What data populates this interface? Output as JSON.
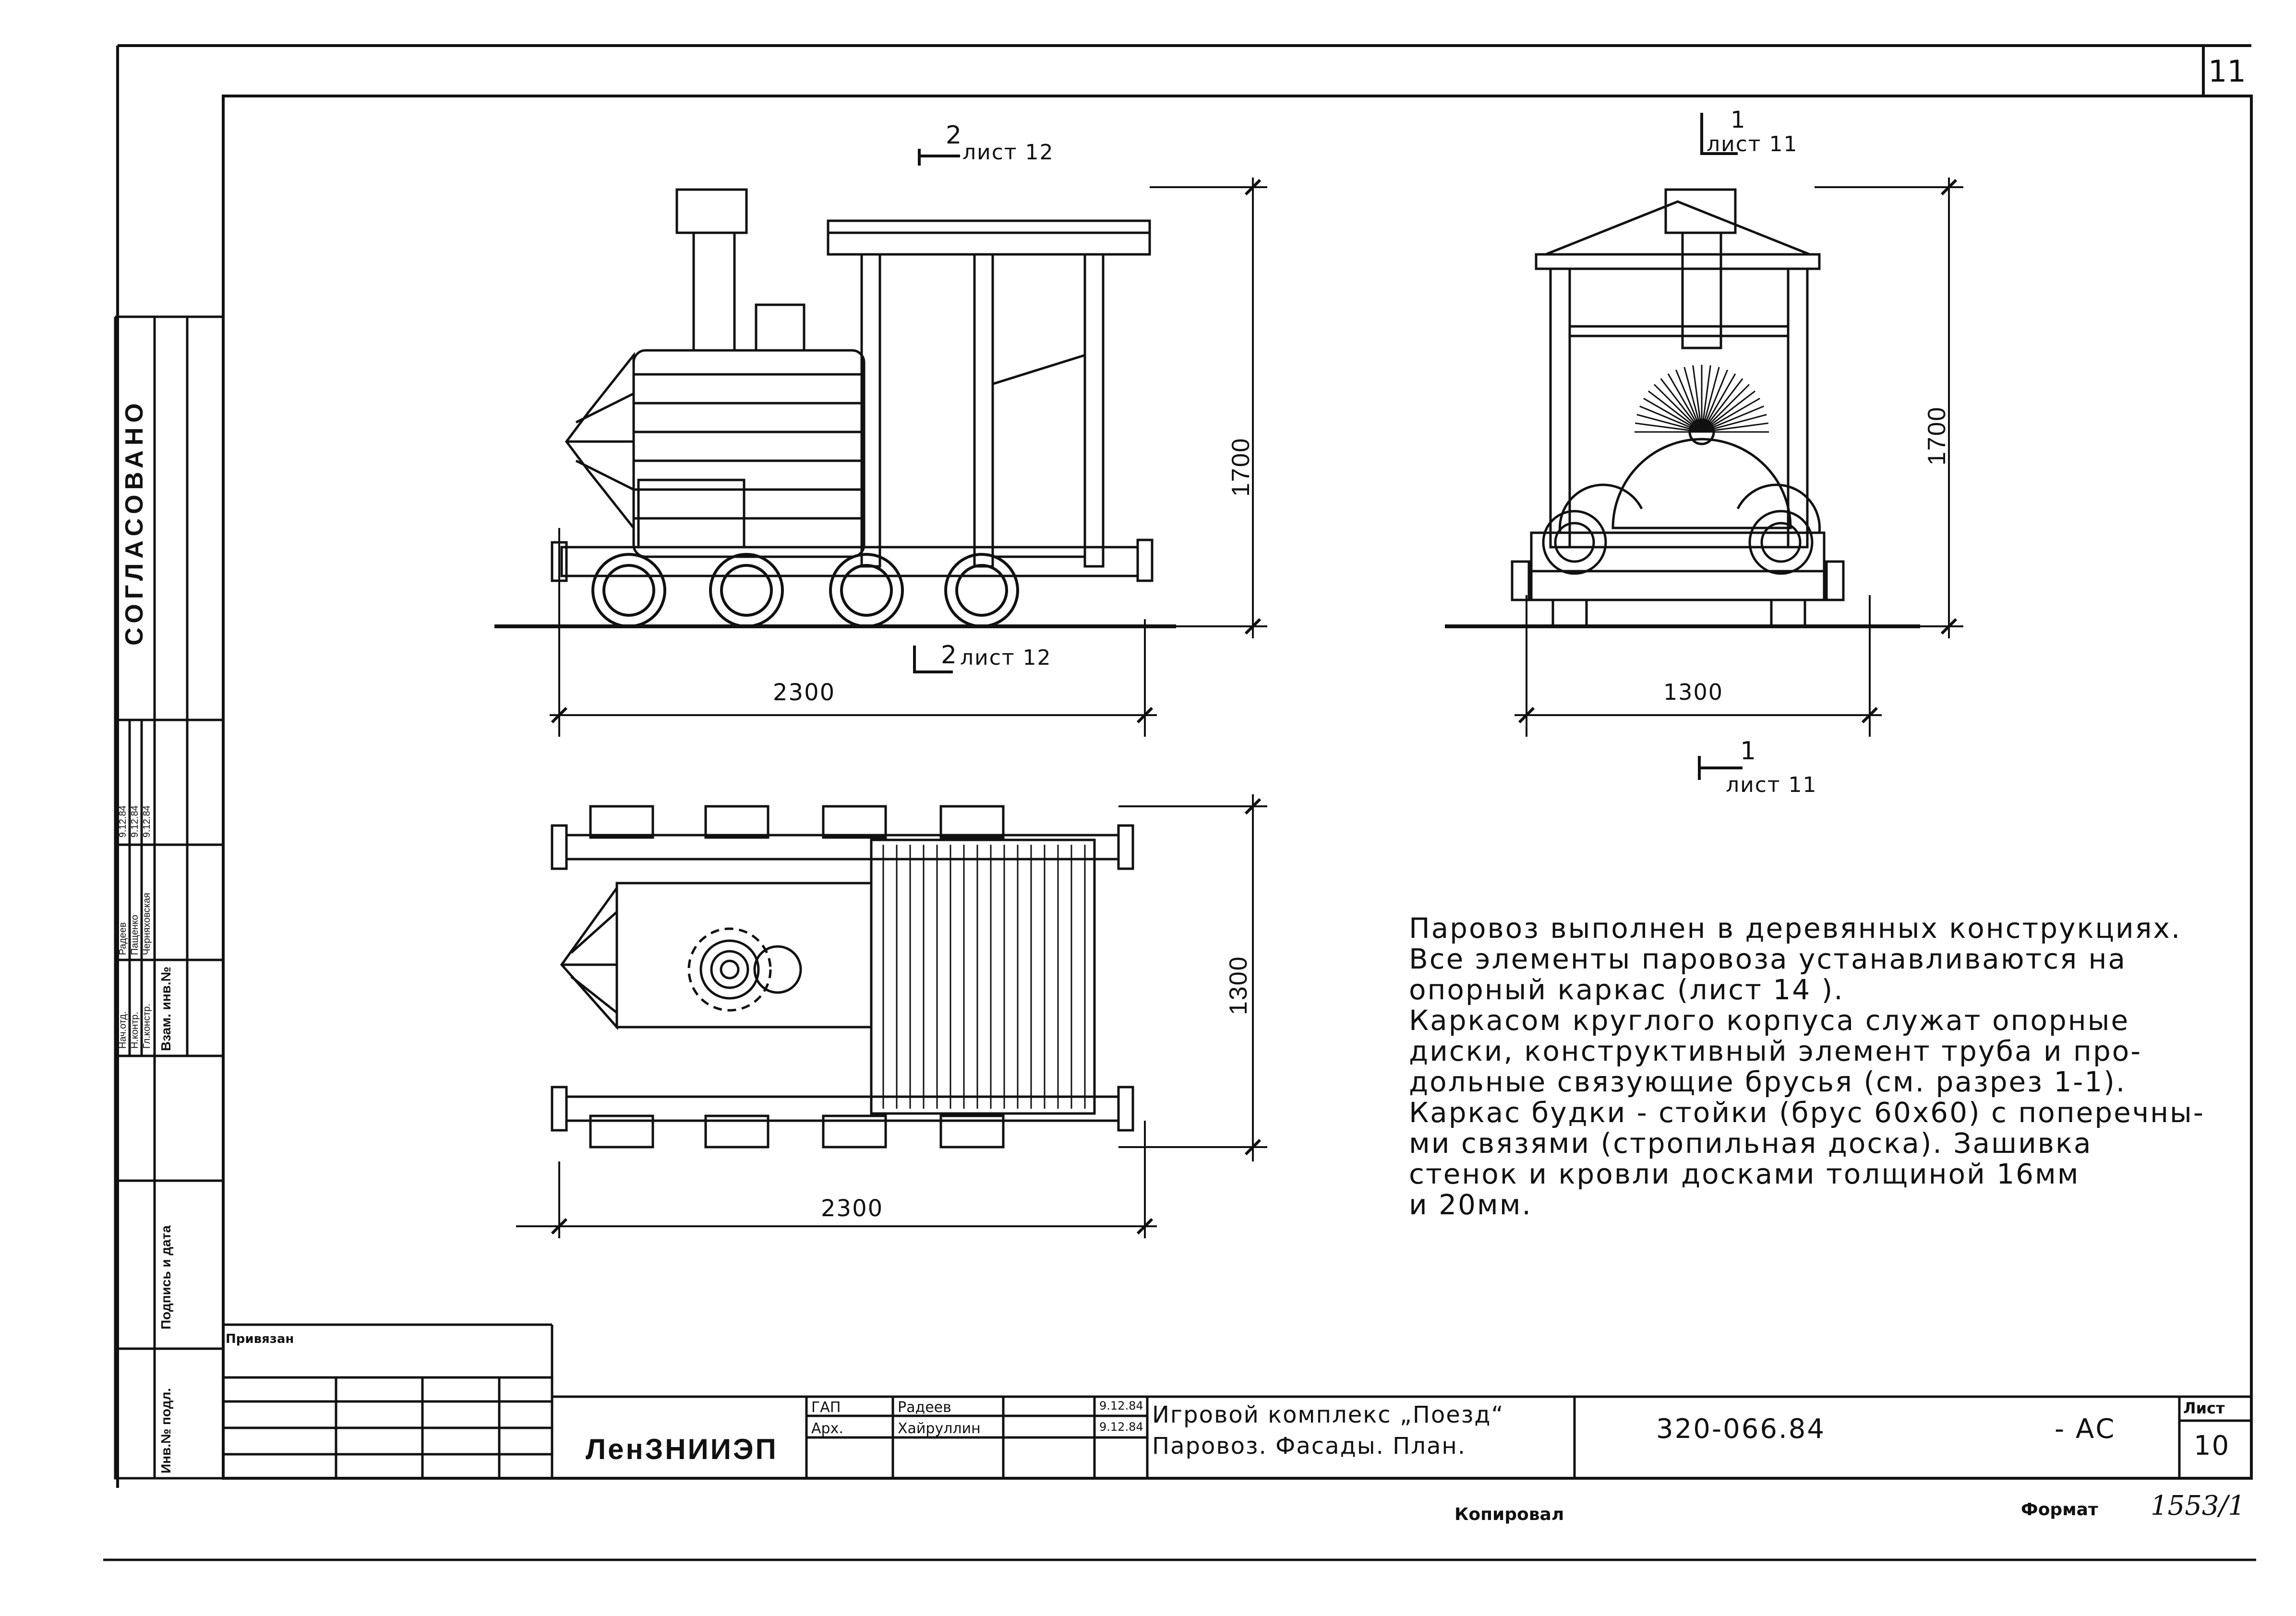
{
  "sheet": {
    "corner_sheet_number": "11",
    "copied_label": "Копировал",
    "format_label": "Формат",
    "format_value": "1553/1"
  },
  "side_view": {
    "section_mark_top_num": "2",
    "section_mark_top_text": "лист 12",
    "section_mark_bottom_num": "2",
    "section_mark_bottom_text": "лист 12",
    "height_dim": "1700",
    "length_dim": "2300"
  },
  "front_view": {
    "section_mark_top_num": "1",
    "section_mark_top_text": "лист 11",
    "section_mark_bottom_num": "1",
    "section_mark_bottom_text": "лист 11",
    "height_dim": "1700",
    "width_dim": "1300"
  },
  "plan_view": {
    "width_dim": "1300",
    "length_dim": "2300"
  },
  "notes": [
    "Паровоз выполнен в деревянных конструкциях.",
    "Все элементы паровоза устанавливаются на",
    "опорный каркас (лист 14 ).",
    "Каркасом круглого корпуса служат опорные",
    "диски, конструктивный элемент труба и про-",
    "дольные связующие брусья (см. разрез 1-1).",
    "Каркас будки - стойки (брус 60х60) с поперечны-",
    "ми связями (стропильная доска). Зашивка",
    "стенок и кровли досками толщиной 16мм",
    "и 20мм."
  ],
  "left_strip": {
    "agreed_label": "СОГЛАСОВАНО",
    "rows": [
      {
        "role": "Нач.отд.",
        "name": "Радеев",
        "date": "9.12.84"
      },
      {
        "role": "Н.контр.",
        "name": "Пащенко",
        "date": "9.12.84"
      },
      {
        "role": "Гл.констр.",
        "name": "Черняховская",
        "date": "9.12.84"
      }
    ],
    "vzam_label": "Взам. инв.№",
    "sign_date_label": "Подпись и дата",
    "inv_label": "Инв.№ подл."
  },
  "title_block": {
    "privyazan_label": "Привязан",
    "org": "ЛенЗНИИЭП",
    "roles": [
      {
        "role": "ГАП",
        "name": "Радеев",
        "date": "9.12.84"
      },
      {
        "role": "Арх.",
        "name": "Хайруллин",
        "date": "9.12.84"
      }
    ],
    "title_line1": "Игровой комплекс „Поезд“",
    "title_line2": "Паровоз. Фасады. План.",
    "code": "320-066.84",
    "mark": "- АС",
    "sheet_label": "Лист",
    "sheet_num": "10"
  },
  "colors": {
    "ink": "#111111",
    "paper": "#ffffff"
  }
}
